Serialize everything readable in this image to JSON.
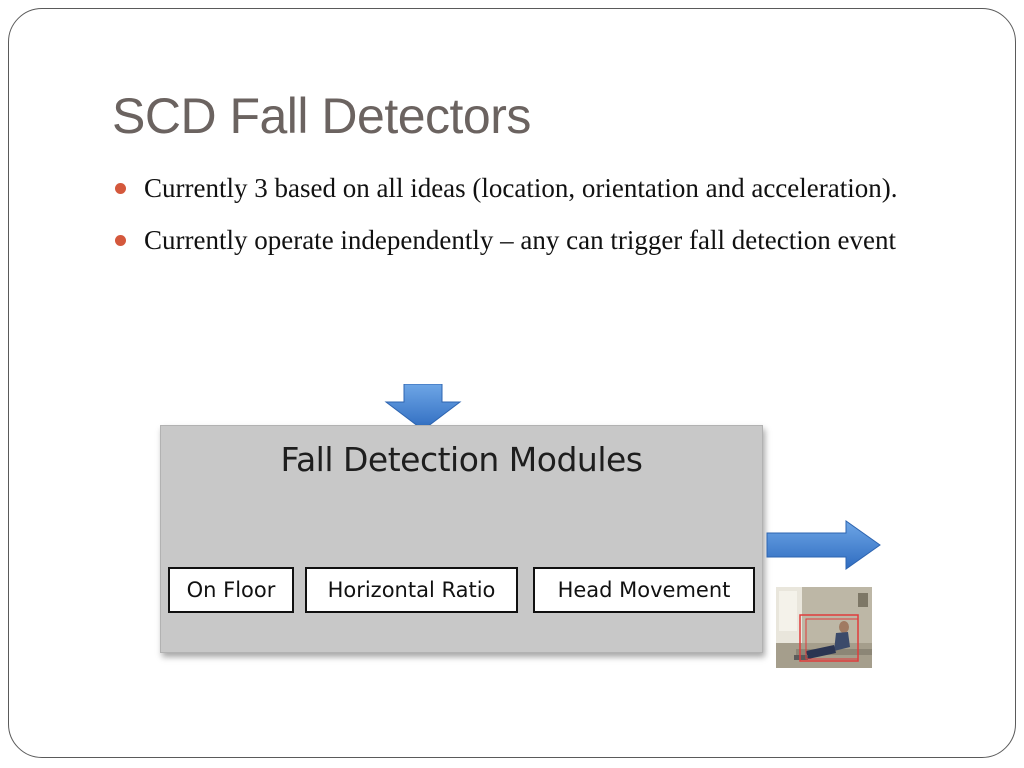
{
  "slide": {
    "title": "SCD Fall Detectors",
    "bullets": [
      "Currently 3 based on all ideas (location, orientation and acceleration).",
      "Currently operate independently – any can trigger fall detection event"
    ]
  },
  "diagram": {
    "title": "Fall Detection Modules",
    "modules": [
      "On Floor",
      "Horizontal Ratio",
      "Head Movement"
    ]
  },
  "colors": {
    "title": "#6b6360",
    "bullet": "#d4583c",
    "arrow": "#3f7fd1",
    "box": "#c8c8c8"
  },
  "icons": {
    "input_arrow": "arrow-down-icon",
    "output_arrow": "arrow-right-icon",
    "thumbnail": "fall-detection-thumbnail"
  }
}
